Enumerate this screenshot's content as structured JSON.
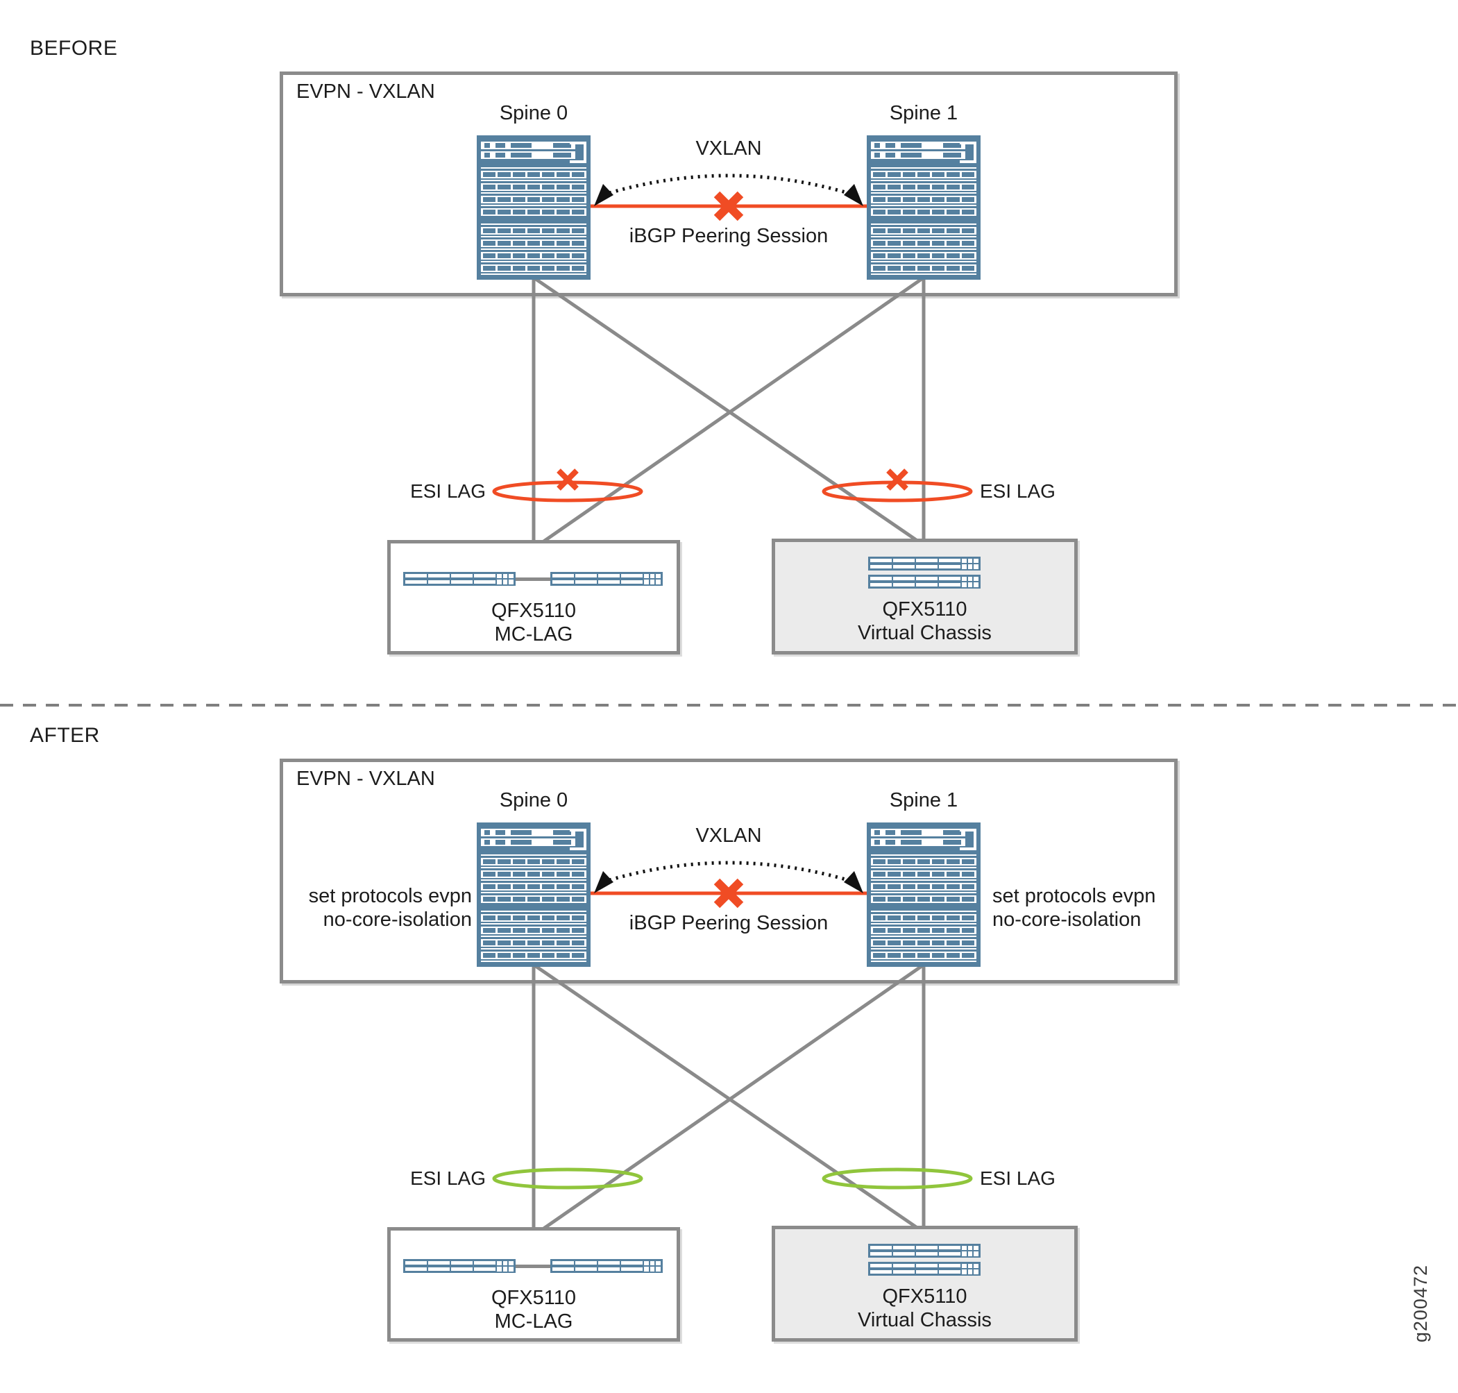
{
  "titles": {
    "before": "BEFORE",
    "after": "AFTER"
  },
  "watermark": "g200472",
  "sections": {
    "before": {
      "group_label": "EVPN - VXLAN",
      "spine0": "Spine 0",
      "spine1": "Spine 1",
      "vxlan": "VXLAN",
      "ibgp": "iBGP Peering Session",
      "esi_left": "ESI LAG",
      "esi_right": "ESI LAG",
      "mclag": {
        "name": "QFX5110",
        "role": "MC-LAG"
      },
      "vc": {
        "name": "QFX5110",
        "role": "Virtual Chassis"
      },
      "state": "links failed (red X on iBGP session and ESI LAGs)"
    },
    "after": {
      "group_label": "EVPN - VXLAN",
      "spine0": "Spine 0",
      "spine1": "Spine 1",
      "vxlan": "VXLAN",
      "ibgp": "iBGP Peering Session",
      "esi_left": "ESI LAG",
      "esi_right": "ESI LAG",
      "note_left_line1": "set protocols evpn",
      "note_left_line2": "no-core-isolation",
      "note_right_line1": "set protocols evpn",
      "note_right_line2": "no-core-isolation",
      "mclag": {
        "name": "QFX5110",
        "role": "MC-LAG"
      },
      "vc": {
        "name": "QFX5110",
        "role": "Virtual Chassis"
      },
      "state": "ESI LAGs up (green rings), iBGP session still marked failed"
    }
  },
  "colors": {
    "device_blue": "#55809f",
    "alert_red": "#f04c24",
    "ok_green": "#90c53c",
    "line_gray": "#8a8a8a",
    "chassis_fill": "#ebebeb"
  }
}
